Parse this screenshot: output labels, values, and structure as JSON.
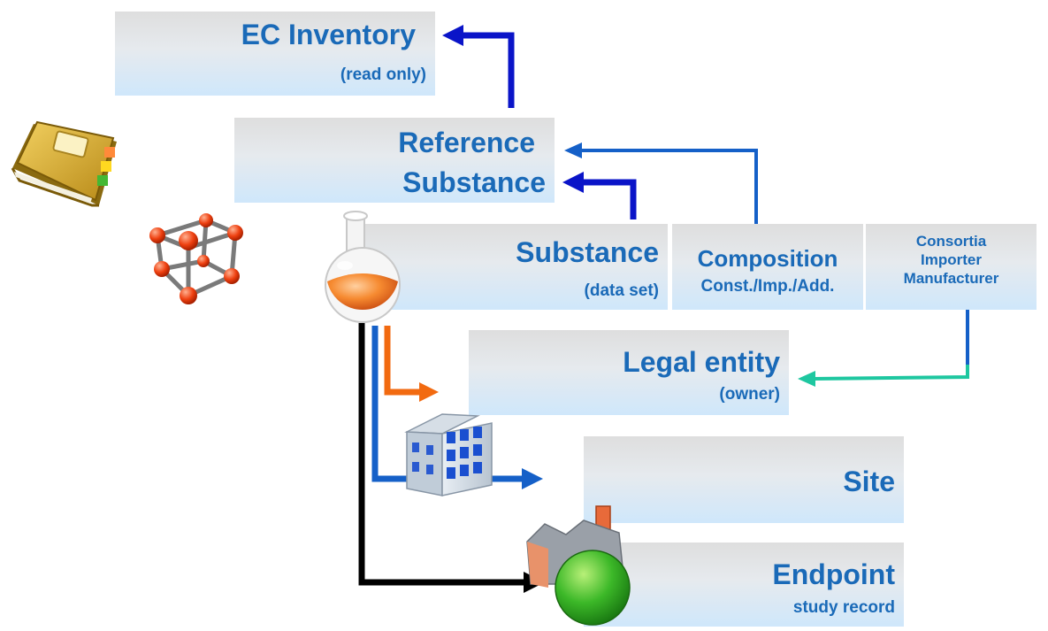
{
  "boxes": {
    "ec_inventory": {
      "title": "EC Inventory",
      "subtitle": "(read only)"
    },
    "reference_substance": {
      "line1": "Reference",
      "line2": "Substance"
    },
    "substance": {
      "title": "Substance",
      "subtitle": "(data set)"
    },
    "composition": {
      "title": "Composition",
      "subtitle": "Const./Imp./Add."
    },
    "consortia": {
      "line1": "Consortia",
      "line2": "Importer",
      "line3": "Manufacturer"
    },
    "legal_entity": {
      "title": "Legal entity",
      "subtitle": "(owner)"
    },
    "site": {
      "title": "Site"
    },
    "endpoint": {
      "title": "Endpoint",
      "subtitle": "study record"
    }
  },
  "icons": [
    "book-icon",
    "molecule-icon",
    "flask-icon",
    "building-icon",
    "factory-icon"
  ],
  "colors": {
    "label": "#1a6ab8",
    "arrow_darkblue": "#0a14c8",
    "arrow_blue": "#1560c8",
    "arrow_orange": "#f26a10",
    "arrow_teal": "#1ec7a0",
    "arrow_black": "#000000"
  }
}
